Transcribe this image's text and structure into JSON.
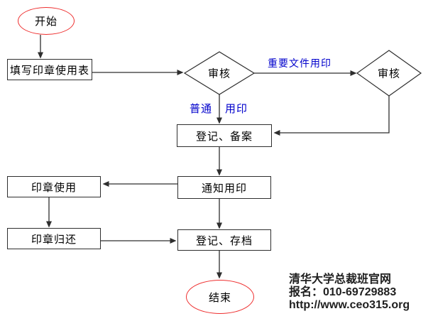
{
  "flowchart": {
    "title_hint": "seal-usage-process-flowchart",
    "nodes": {
      "start": {
        "label": "开始",
        "shape": "ellipse"
      },
      "fill_form": {
        "label": "填写印章使用表",
        "shape": "rect"
      },
      "review1": {
        "label": "审核",
        "shape": "diamond"
      },
      "review2": {
        "label": "审核",
        "shape": "diamond"
      },
      "register_record": {
        "label": "登记、备案",
        "shape": "rect"
      },
      "notify_seal": {
        "label": "通知用印",
        "shape": "rect"
      },
      "seal_use": {
        "label": "印章使用",
        "shape": "rect"
      },
      "seal_return": {
        "label": "印章归还",
        "shape": "rect"
      },
      "register_archive": {
        "label": "登记、存档",
        "shape": "rect"
      },
      "end": {
        "label": "结束",
        "shape": "ellipse"
      }
    },
    "edge_labels": {
      "important_doc": "重要文件用印",
      "ordinary": "普通",
      "use_seal": "用印"
    },
    "colors": {
      "terminator_stroke": "#ee2e2e",
      "edge_label_text": "#0000cc",
      "line": "#2e2e2e",
      "watermark_text": "#1f1f1f"
    }
  },
  "watermark": {
    "line1": "清华大学总裁班官网",
    "line2": "报名：010-69729883",
    "line3": "http://www.ceo315.org"
  }
}
